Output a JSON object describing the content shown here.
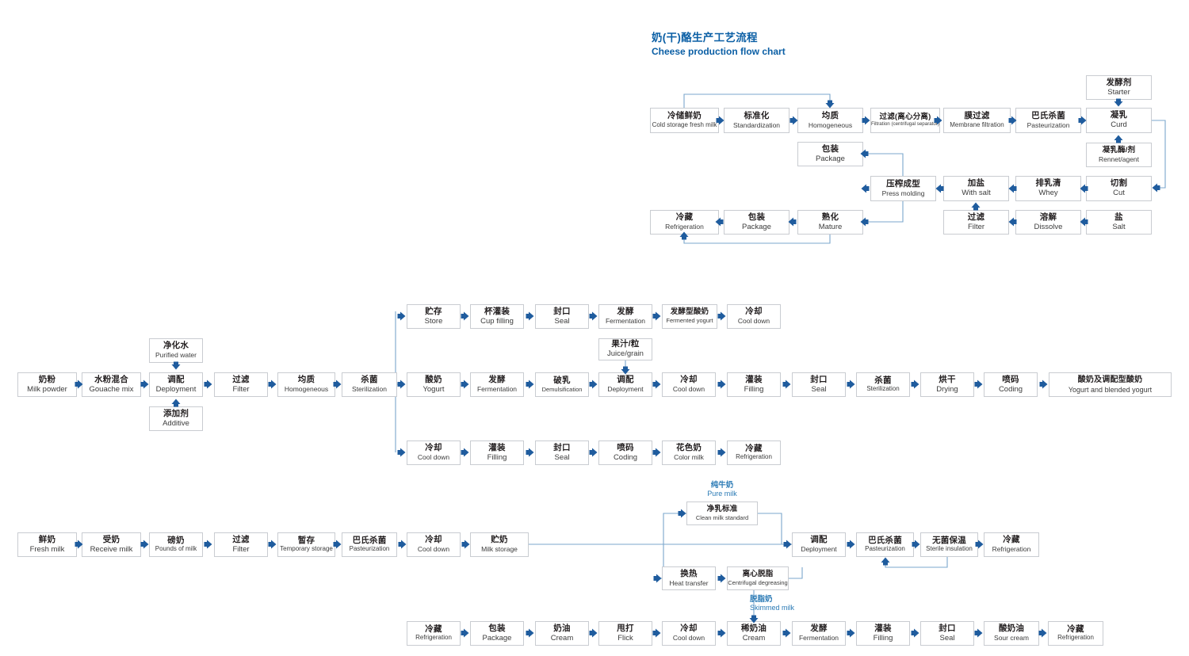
{
  "title": {
    "cn": "奶(干)酪生产工艺流程",
    "en": "Cheese production flow chart",
    "color": "#0b5fa5"
  },
  "colors": {
    "box_border": "#c9ccd1",
    "arrow": "#1f5c9e",
    "wire": "#7ba7cc",
    "text": "#231f20",
    "accent": "#2a7ab5"
  },
  "cheese_section": {
    "row1": [
      {
        "cn": "冷储鲜奶",
        "en": "Cold storage fresh milk"
      },
      {
        "cn": "标准化",
        "en": "Standardization"
      },
      {
        "cn": "均质",
        "en": "Homogeneous"
      },
      {
        "cn": "过滤(离心分离)",
        "en": "Filtration (centrifugal separator)"
      },
      {
        "cn": "膜过滤",
        "en": "Membrane filtration"
      },
      {
        "cn": "巴氏杀菌",
        "en": "Pasteurization"
      },
      {
        "cn": "凝乳",
        "en": "Curd"
      }
    ],
    "starter": {
      "cn": "发酵剂",
      "en": "Starter"
    },
    "rennet": {
      "cn": "凝乳酶/剂",
      "en": "Rennet/agent"
    },
    "package_top": {
      "cn": "包装",
      "en": "Package"
    },
    "row2": [
      {
        "cn": "压榨成型",
        "en": "Press molding"
      },
      {
        "cn": "加盐",
        "en": "With salt"
      },
      {
        "cn": "排乳清",
        "en": "Whey"
      },
      {
        "cn": "切割",
        "en": "Cut"
      }
    ],
    "row3": [
      {
        "cn": "过滤",
        "en": "Filter"
      },
      {
        "cn": "溶解",
        "en": "Dissolve"
      },
      {
        "cn": "盐",
        "en": "Salt"
      }
    ],
    "row4": [
      {
        "cn": "冷藏",
        "en": "Refrigeration"
      },
      {
        "cn": "包装",
        "en": "Package"
      },
      {
        "cn": "熟化",
        "en": "Mature"
      }
    ]
  },
  "powder_section": {
    "main": [
      {
        "cn": "奶粉",
        "en": "Milk powder"
      },
      {
        "cn": "水粉混合",
        "en": "Gouache mix"
      },
      {
        "cn": "调配",
        "en": "Deployment"
      },
      {
        "cn": "过滤",
        "en": "Filter"
      },
      {
        "cn": "均质",
        "en": "Homogeneous"
      },
      {
        "cn": "杀菌",
        "en": "Sterilization"
      }
    ],
    "purified_water": {
      "cn": "净化水",
      "en": "Purified water"
    },
    "additive": {
      "cn": "添加剂",
      "en": "Additive"
    },
    "branch_top": [
      {
        "cn": "贮存",
        "en": "Store"
      },
      {
        "cn": "杯灌装",
        "en": "Cup filling"
      },
      {
        "cn": "封口",
        "en": "Seal"
      },
      {
        "cn": "发酵",
        "en": "Fermentation"
      },
      {
        "cn": "发酵型酸奶",
        "en": "Fermented yogurt"
      },
      {
        "cn": "冷却",
        "en": "Cool down"
      }
    ],
    "juice": {
      "cn": "果汁/粒",
      "en": "Juice/grain"
    },
    "branch_mid": [
      {
        "cn": "酸奶",
        "en": "Yogurt"
      },
      {
        "cn": "发酵",
        "en": "Fermentation"
      },
      {
        "cn": "破乳",
        "en": "Demulsification"
      },
      {
        "cn": "调配",
        "en": "Deployment"
      },
      {
        "cn": "冷却",
        "en": "Cool down"
      },
      {
        "cn": "灌装",
        "en": "Filling"
      },
      {
        "cn": "封口",
        "en": "Seal"
      },
      {
        "cn": "杀菌",
        "en": "Sterilization"
      },
      {
        "cn": "烘干",
        "en": "Drying"
      },
      {
        "cn": "喷码",
        "en": "Coding"
      },
      {
        "cn": "酸奶及调配型酸奶",
        "en": "Yogurt and blended yogurt"
      }
    ],
    "branch_bottom": [
      {
        "cn": "冷却",
        "en": "Cool down"
      },
      {
        "cn": "灌装",
        "en": "Filling"
      },
      {
        "cn": "封口",
        "en": "Seal"
      },
      {
        "cn": "喷码",
        "en": "Coding"
      },
      {
        "cn": "花色奶",
        "en": "Color milk"
      },
      {
        "cn": "冷藏",
        "en": "Refrigeration"
      }
    ]
  },
  "freshmilk_section": {
    "main": [
      {
        "cn": "鲜奶",
        "en": "Fresh milk"
      },
      {
        "cn": "受奶",
        "en": "Receive milk"
      },
      {
        "cn": "磅奶",
        "en": "Pounds of milk"
      },
      {
        "cn": "过滤",
        "en": "Filter"
      },
      {
        "cn": "暂存",
        "en": "Temporary storage"
      },
      {
        "cn": "巴氏杀菌",
        "en": "Pasteurization"
      },
      {
        "cn": "冷却",
        "en": "Cool down"
      },
      {
        "cn": "贮奶",
        "en": "Milk storage"
      }
    ],
    "clean_milk_standard": {
      "cn": "净乳标准",
      "en": "Clean milk standard"
    },
    "pure_milk_tag": {
      "cn": "纯牛奶",
      "en": "Pure milk"
    },
    "skimmed_milk_tag": {
      "cn": "脱脂奶",
      "en": "Skimmed milk"
    },
    "right_chain": [
      {
        "cn": "调配",
        "en": "Deployment"
      },
      {
        "cn": "巴氏杀菌",
        "en": "Pasteurization"
      },
      {
        "cn": "无菌保温",
        "en": "Sterile insulation"
      },
      {
        "cn": "冷藏",
        "en": "Refrigeration"
      }
    ],
    "heat_chain": [
      {
        "cn": "换热",
        "en": "Heat transfer"
      },
      {
        "cn": "离心脱脂",
        "en": "Centrifugal degreasing"
      }
    ],
    "cream_chain": [
      {
        "cn": "冷藏",
        "en": "Refrigeration"
      },
      {
        "cn": "包装",
        "en": "Package"
      },
      {
        "cn": "奶油",
        "en": "Cream"
      },
      {
        "cn": "甩打",
        "en": "Flick"
      },
      {
        "cn": "冷却",
        "en": "Cool down"
      },
      {
        "cn": "稀奶油",
        "en": "Cream"
      },
      {
        "cn": "发酵",
        "en": "Fermentation"
      },
      {
        "cn": "灌装",
        "en": "Filling"
      },
      {
        "cn": "封口",
        "en": "Seal"
      },
      {
        "cn": "酸奶油",
        "en": "Sour cream"
      },
      {
        "cn": "冷藏",
        "en": "Refrigeration"
      }
    ]
  }
}
